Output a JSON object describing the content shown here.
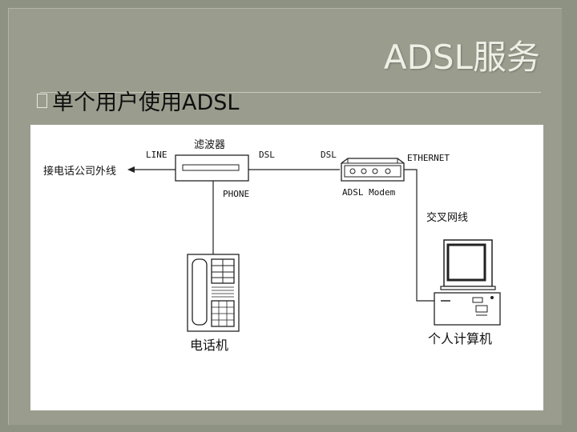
{
  "slide": {
    "title": "ADSL服务",
    "bullet": "单个用户使用ADSL"
  },
  "diagram": {
    "external_line": "接电话公司外线",
    "line_port": "LINE",
    "filter": "滤波器",
    "dsl_left": "DSL",
    "dsl_right": "DSL",
    "phone_port": "PHONE",
    "modem": "ADSL Modem",
    "ethernet": "ETHERNET",
    "crossover_cable": "交叉网线",
    "telephone": "电话机",
    "computer": "个人计算机"
  },
  "colors": {
    "background": "#8e9282",
    "panel": "#9a9d8e",
    "title_text": "#eef0e6",
    "diagram_bg": "#ffffff",
    "line": "#222222"
  }
}
